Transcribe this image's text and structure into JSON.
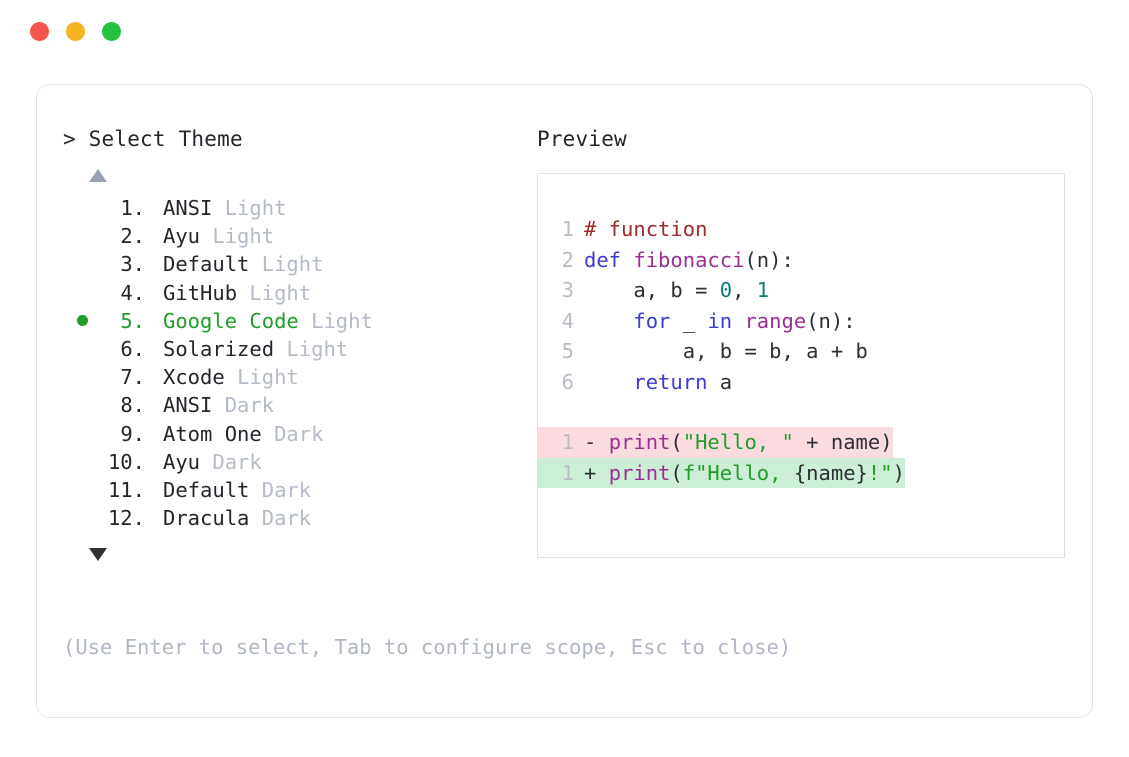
{
  "window": {
    "traffic_lights": [
      {
        "name": "close",
        "color": "#f4544c"
      },
      {
        "name": "minimize",
        "color": "#f6b623"
      },
      {
        "name": "maximize",
        "color": "#22c13e"
      }
    ]
  },
  "left_pane": {
    "prompt": "> Select Theme",
    "scroll_up_icon": "triangle-up-icon",
    "scroll_down_icon": "triangle-down-icon",
    "themes": [
      {
        "index": "1.",
        "name": "ANSI",
        "mode": "Light",
        "selected": false
      },
      {
        "index": "2.",
        "name": "Ayu",
        "mode": "Light",
        "selected": false
      },
      {
        "index": "3.",
        "name": "Default",
        "mode": "Light",
        "selected": false
      },
      {
        "index": "4.",
        "name": "GitHub",
        "mode": "Light",
        "selected": false
      },
      {
        "index": "5.",
        "name": "Google Code",
        "mode": "Light",
        "selected": true
      },
      {
        "index": "6.",
        "name": "Solarized",
        "mode": "Light",
        "selected": false
      },
      {
        "index": "7.",
        "name": "Xcode",
        "mode": "Light",
        "selected": false
      },
      {
        "index": "8.",
        "name": "ANSI",
        "mode": "Dark",
        "selected": false
      },
      {
        "index": "9.",
        "name": "Atom One",
        "mode": "Dark",
        "selected": false
      },
      {
        "index": "10.",
        "name": "Ayu",
        "mode": "Dark",
        "selected": false
      },
      {
        "index": "11.",
        "name": "Default",
        "mode": "Dark",
        "selected": false
      },
      {
        "index": "12.",
        "name": "Dracula",
        "mode": "Dark",
        "selected": false
      }
    ]
  },
  "right_pane": {
    "heading": "Preview",
    "code_lines": [
      {
        "no": "1",
        "tokens": [
          {
            "t": "# function",
            "c": "tok-comment"
          }
        ]
      },
      {
        "no": "2",
        "tokens": [
          {
            "t": "def ",
            "c": "tok-kw"
          },
          {
            "t": "fibonacci",
            "c": "tok-fn"
          },
          {
            "t": "(n):",
            "c": "tok-plain"
          }
        ]
      },
      {
        "no": "3",
        "tokens": [
          {
            "t": "    a, b = ",
            "c": "tok-plain"
          },
          {
            "t": "0",
            "c": "tok-num"
          },
          {
            "t": ", ",
            "c": "tok-plain"
          },
          {
            "t": "1",
            "c": "tok-num"
          }
        ]
      },
      {
        "no": "4",
        "tokens": [
          {
            "t": "    ",
            "c": "tok-plain"
          },
          {
            "t": "for",
            "c": "tok-kw"
          },
          {
            "t": " _ ",
            "c": "tok-plain"
          },
          {
            "t": "in",
            "c": "tok-kw"
          },
          {
            "t": " ",
            "c": "tok-plain"
          },
          {
            "t": "range",
            "c": "tok-fn"
          },
          {
            "t": "(n):",
            "c": "tok-plain"
          }
        ]
      },
      {
        "no": "5",
        "tokens": [
          {
            "t": "        a, b = b, a + b",
            "c": "tok-plain"
          }
        ]
      },
      {
        "no": "6",
        "tokens": [
          {
            "t": "    ",
            "c": "tok-plain"
          },
          {
            "t": "return",
            "c": "tok-kw"
          },
          {
            "t": " a",
            "c": "tok-plain"
          }
        ]
      }
    ],
    "diff_lines": [
      {
        "kind": "del",
        "no": "1",
        "sign": "-",
        "tokens": [
          {
            "t": "print",
            "c": "tok-fn"
          },
          {
            "t": "(",
            "c": "tok-plain"
          },
          {
            "t": "\"Hello, \"",
            "c": "tok-str"
          },
          {
            "t": " + name)",
            "c": "tok-plain"
          }
        ]
      },
      {
        "kind": "add",
        "no": "1",
        "sign": "+",
        "tokens": [
          {
            "t": "print",
            "c": "tok-fn"
          },
          {
            "t": "(",
            "c": "tok-plain"
          },
          {
            "t": "f\"Hello, ",
            "c": "tok-str"
          },
          {
            "t": "{name}",
            "c": "tok-plain"
          },
          {
            "t": "!\"",
            "c": "tok-str"
          },
          {
            "t": ")",
            "c": "tok-plain"
          }
        ]
      }
    ]
  },
  "footer": {
    "hint": "(Use Enter to select, Tab to configure scope, Esc to close)"
  }
}
